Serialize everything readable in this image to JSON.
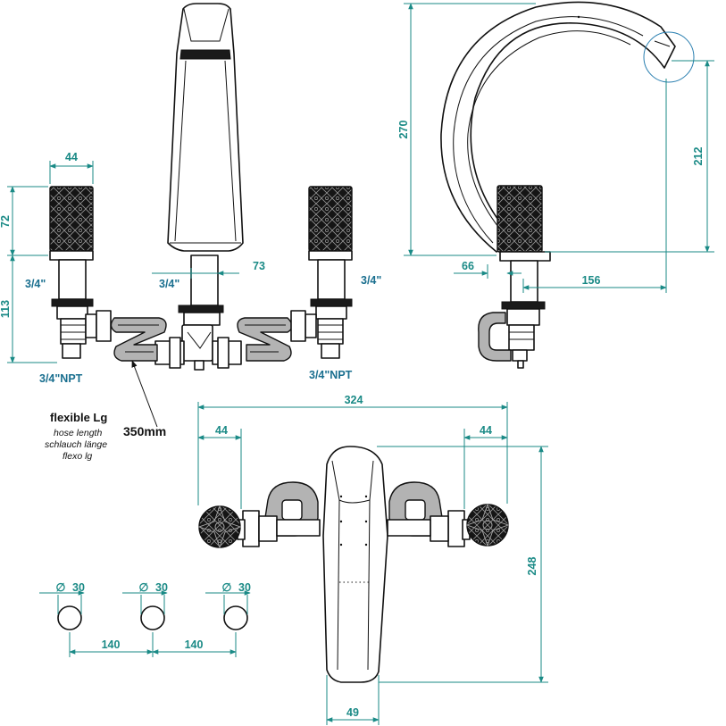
{
  "dimensions": {
    "handle_width_left": "44",
    "handle_height": "72",
    "valve_height": "113",
    "spout_offset": "73",
    "spout_height": "270",
    "spout_reach_height": "212",
    "side_base_offset": "66",
    "side_reach": "156",
    "overall_width": "324",
    "wall_handle_left": "44",
    "wall_handle_right": "44",
    "wall_height": "248",
    "wall_spout_width": "49",
    "hole_diameter_1": "30",
    "hole_diameter_2": "30",
    "hole_diameter_3": "30",
    "hole_spacing_1": "140",
    "hole_spacing_2": "140"
  },
  "labels": {
    "thread_left_top": "3/4\"",
    "thread_center": "3/4\"",
    "thread_right_top": "3/4\"",
    "npt_left": "3/4\"NPT",
    "npt_right": "3/4\"NPT",
    "flex_title": "flexible Lg",
    "flex_line2": "hose length",
    "flex_line3": "schlauch länge",
    "flex_line4": "flexo lg",
    "flex_length": "350mm",
    "diameter_symbol": "∅"
  },
  "colors": {
    "dimension": "#1a8a86",
    "thread_label": "#1a6f8f",
    "outline": "#111111",
    "hose_fill": "#b3b3b3"
  }
}
